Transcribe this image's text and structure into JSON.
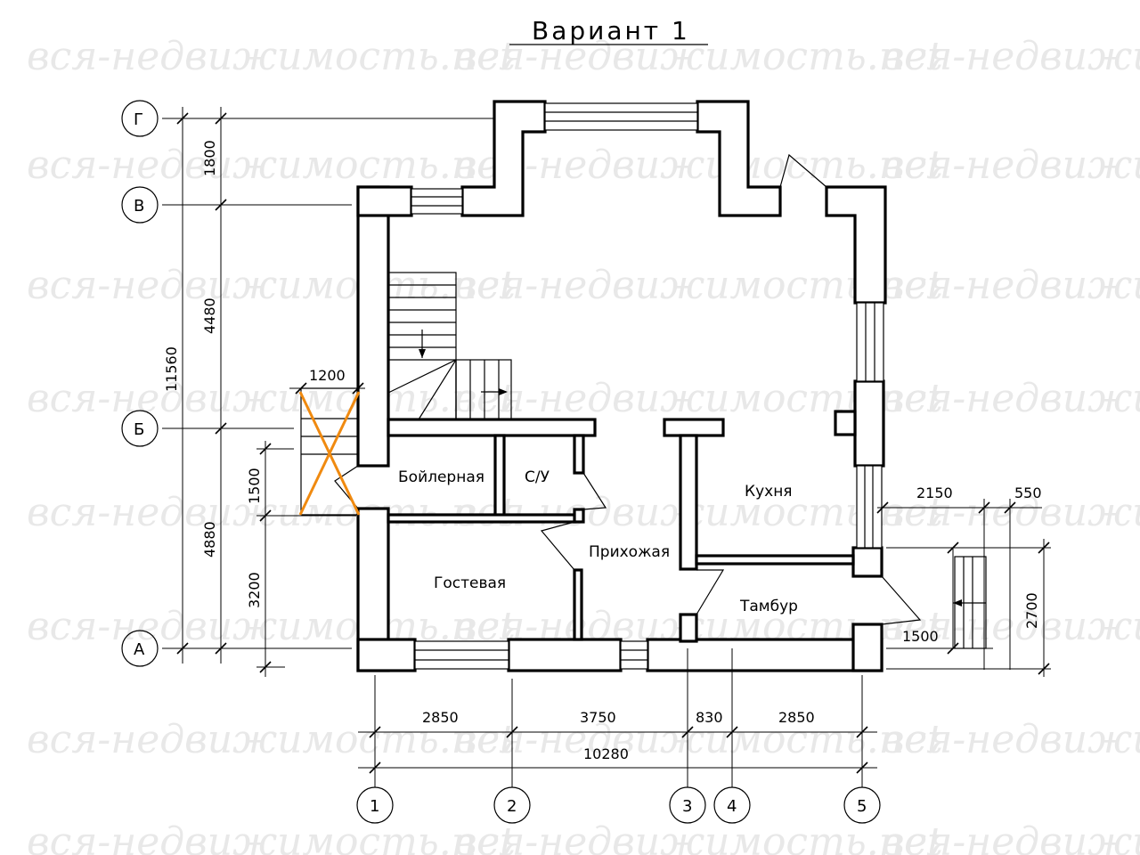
{
  "title": "Вариант 1",
  "watermark": "вся-недвижимость.net",
  "rooms": {
    "boiler": "Бойлерная",
    "wc": "С/У",
    "kitchen": "Кухня",
    "hall": "Прихожая",
    "guest": "Гостевая",
    "vestibule": "Тамбур"
  },
  "axes": {
    "rows": [
      "Г",
      "В",
      "Б",
      "А"
    ],
    "cols": [
      "1",
      "2",
      "3",
      "4",
      "5"
    ]
  },
  "dims": {
    "left_outer": [
      "1800",
      "4480",
      "4880"
    ],
    "left_total": "11560",
    "left_inner": [
      "1500",
      "3200"
    ],
    "porch_top": "1200",
    "bottom": [
      "2850",
      "3750",
      "830",
      "2850"
    ],
    "bottom_total": "10280",
    "right_top": [
      "2150",
      "550"
    ],
    "right_side": "2700",
    "right_step": "1500"
  },
  "colors": {
    "walls": "#000000",
    "remove_mark": "#f08a10"
  }
}
